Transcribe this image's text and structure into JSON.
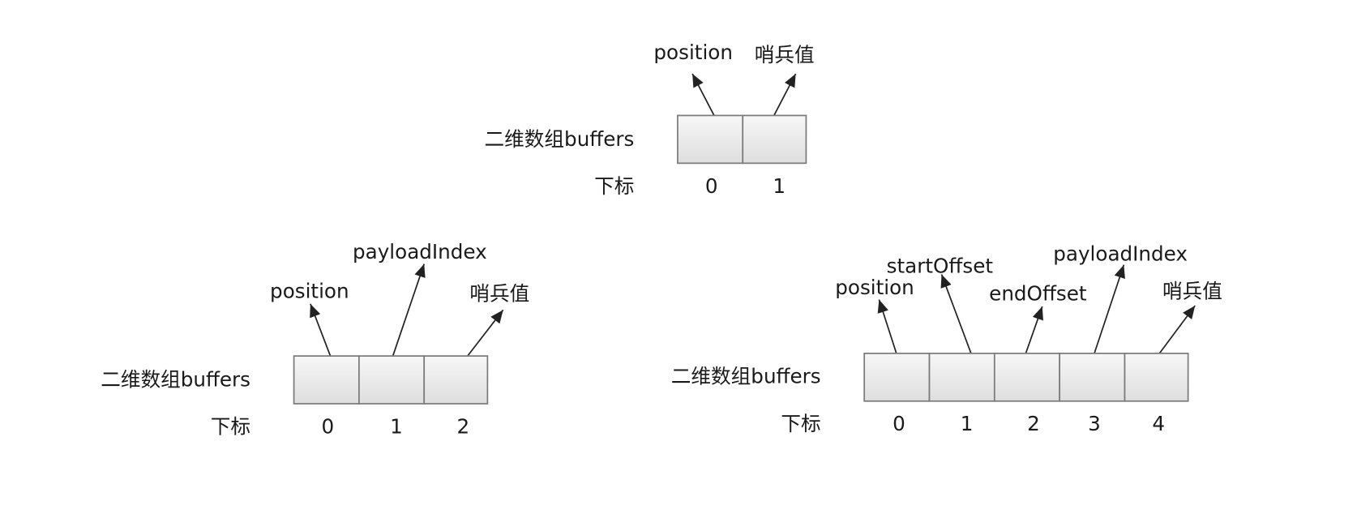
{
  "diagrams": [
    {
      "row_label": "二维数组buffers",
      "index_label": "下标",
      "indices": [
        "0",
        "1"
      ],
      "pointers": [
        "position",
        "哨兵值"
      ]
    },
    {
      "row_label": "二维数组buffers",
      "index_label": "下标",
      "indices": [
        "0",
        "1",
        "2"
      ],
      "pointers": [
        "position",
        "payloadIndex",
        "哨兵值"
      ]
    },
    {
      "row_label": "二维数组buffers",
      "index_label": "下标",
      "indices": [
        "0",
        "1",
        "2",
        "3",
        "4"
      ],
      "pointers": [
        "position",
        "startOffset",
        "endOffset",
        "payloadIndex",
        "哨兵值"
      ]
    }
  ]
}
